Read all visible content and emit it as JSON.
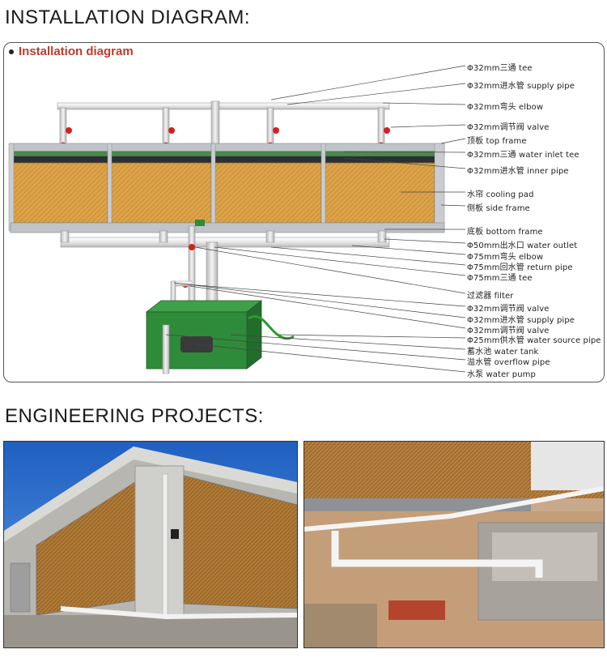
{
  "headings": {
    "installation": "INSTALLATION DIAGRAM:",
    "engineering": "ENGINEERING PROJECTS:"
  },
  "diagram": {
    "title": "Installation diagram",
    "callouts": [
      "Φ32mm三通 tee",
      "Φ32mm进水管 supply pipe",
      "Φ32mm弯头 elbow",
      "Φ32mm调节阀 valve",
      "顶板 top frame",
      "Φ32mm三通 water inlet tee",
      "Φ32mm进水管 inner pipe",
      "水帘 cooling pad",
      "侧板 side frame",
      "底板 bottom frame",
      "Φ50mm出水口 water outlet",
      "Φ75mm弯头 elbow",
      "Φ75mm回水管 return pipe",
      "Φ75mm三通 tee",
      "过滤器 filter",
      "Φ32mm调节阀 valve",
      "Φ32mm进水管 supply pipe",
      "Φ32mm调节阀 valve",
      "Φ25mm供水管 water source pipe",
      "蓄水池 water tank",
      "溢水管 overflow pipe",
      "水泵 water pump"
    ]
  },
  "photos": {
    "left": "building-with-cooling-pad-photo",
    "right": "cooling-pad-piping-construction-photo"
  },
  "colors": {
    "pad": "#d9a54a",
    "tank": "#2e8b3a",
    "valve": "#d32020",
    "pipe": "#e8e8e8",
    "title_red": "#c0392b"
  }
}
